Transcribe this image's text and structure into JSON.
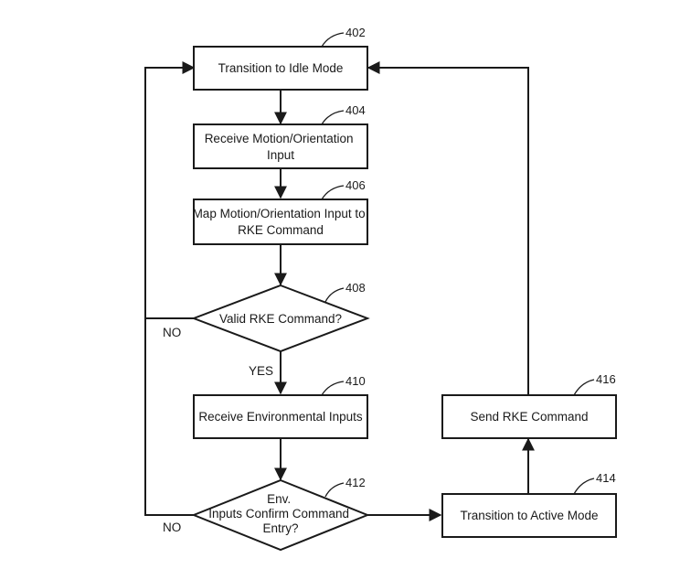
{
  "nodes": {
    "n402": {
      "ref": "402",
      "lines": [
        "Transition to Idle Mode"
      ]
    },
    "n404": {
      "ref": "404",
      "lines": [
        "Receive Motion/Orientation",
        "Input"
      ]
    },
    "n406": {
      "ref": "406",
      "lines": [
        "Map Motion/Orientation Input to",
        "RKE Command"
      ]
    },
    "n408": {
      "ref": "408",
      "lines": [
        "Valid RKE Command?"
      ]
    },
    "n410": {
      "ref": "410",
      "lines": [
        "Receive Environmental Inputs"
      ]
    },
    "n412": {
      "ref": "412",
      "lines": [
        "Env.",
        "Inputs Confirm Command",
        "Entry?"
      ]
    },
    "n414": {
      "ref": "414",
      "lines": [
        "Transition to Active Mode"
      ]
    },
    "n416": {
      "ref": "416",
      "lines": [
        "Send RKE Command"
      ]
    }
  },
  "edge_labels": {
    "no_408": "NO",
    "yes_408": "YES",
    "no_412": "NO"
  }
}
